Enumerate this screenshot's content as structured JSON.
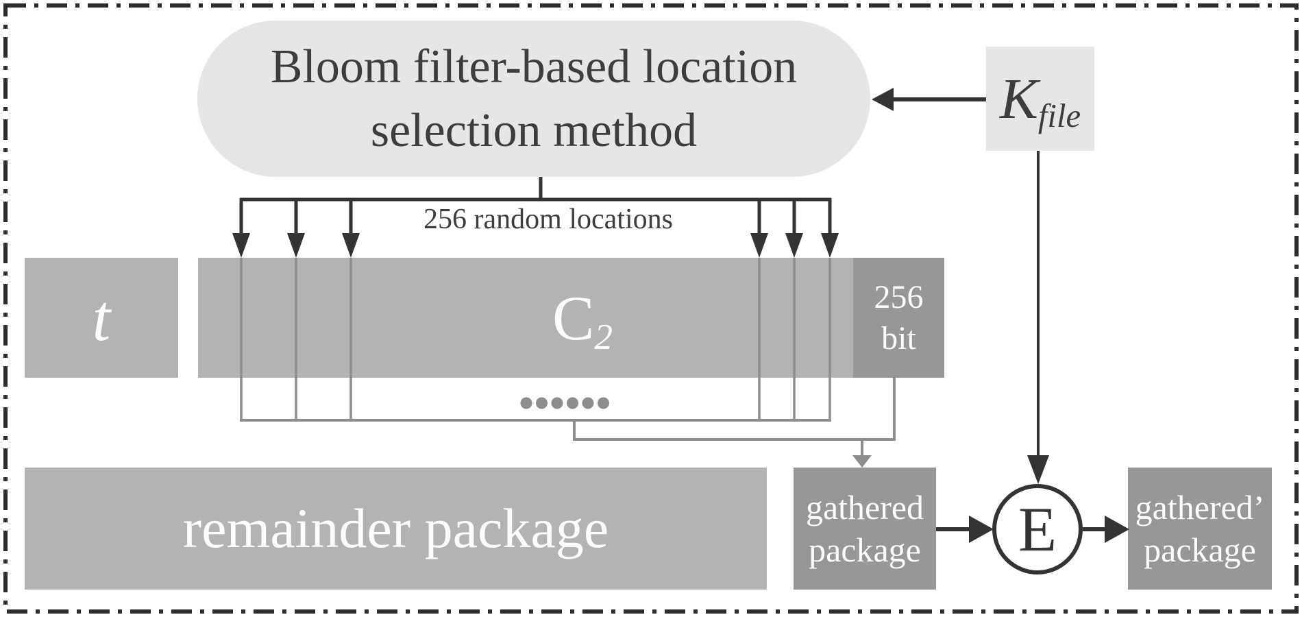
{
  "diagram": {
    "method_node": {
      "line1": "Bloom filter-based location",
      "line2": "selection method"
    },
    "kfile_node": {
      "base": "K",
      "subscript": "file"
    },
    "locations_annotation": "256 random locations",
    "t_block": {
      "label": "t"
    },
    "c2_bar": {
      "base": "C",
      "subscript": "2"
    },
    "bit_block": {
      "line1": "256",
      "line2": "bit"
    },
    "remainder_block": {
      "label": "remainder package"
    },
    "gathered_block": {
      "line1": "gathered",
      "line2": "package"
    },
    "encryption_node": {
      "label": "E"
    },
    "gathered_prime_block": {
      "line1": "gathered’",
      "line2": "package"
    },
    "colors": {
      "light_gray_fill": "#e6e6e7",
      "medium_gray_fill": "#b3b3b5",
      "dark_gray_fill": "#97979a",
      "gray_line": "#8d8d8f",
      "dark_line": "#333336",
      "dark_text": "#3d3d3f",
      "white_text": "#fcfcfc"
    }
  }
}
